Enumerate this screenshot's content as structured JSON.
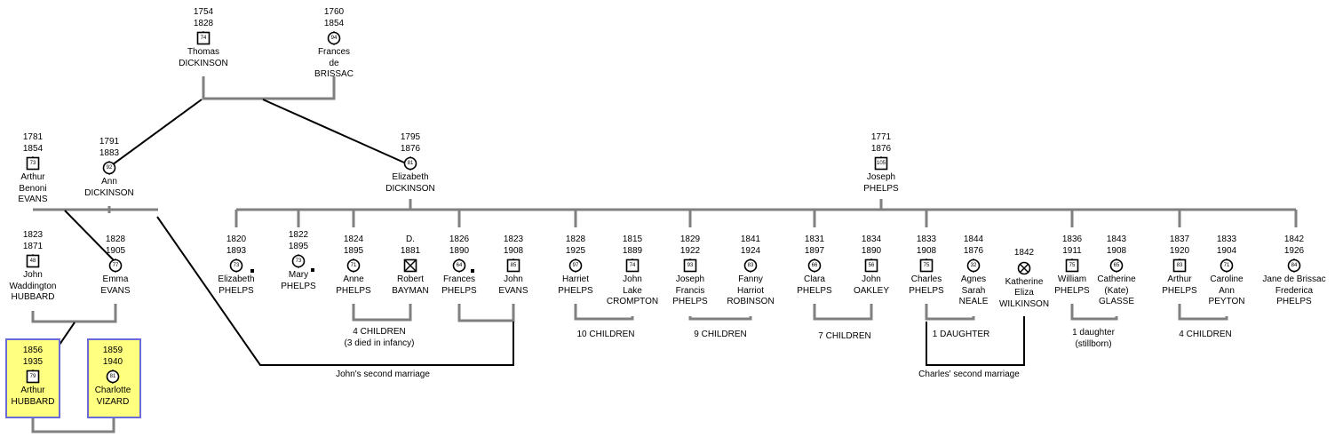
{
  "people": {
    "thomas_dickinson": {
      "birth": "1754",
      "death": "1828",
      "age": "74",
      "sex": "m",
      "name1": "Thomas",
      "name2": "DICKINSON"
    },
    "frances_de_brissac": {
      "birth": "1760",
      "death": "1854",
      "age": "94",
      "sex": "f",
      "name1": "Frances",
      "name2": "de",
      "name3": "BRISSAC"
    },
    "arthur_benoni_evans": {
      "birth": "1781",
      "death": "1854",
      "age": "73",
      "sex": "m",
      "name1": "Arthur",
      "name2": "Benoni",
      "name3": "EVANS"
    },
    "ann_dickinson": {
      "birth": "1791",
      "death": "1883",
      "age": "92",
      "sex": "f",
      "name1": "Ann",
      "name2": "DICKINSON"
    },
    "elizabeth_dickinson": {
      "birth": "1795",
      "death": "1876",
      "age": "81",
      "sex": "f",
      "name1": "Elizabeth",
      "name2": "DICKINSON"
    },
    "joseph_phelps": {
      "birth": "1771",
      "death": "1876",
      "age": "105",
      "sex": "m",
      "name1": "Joseph",
      "name2": "PHELPS"
    },
    "john_waddington_hubbard": {
      "birth": "1823",
      "death": "1871",
      "age": "48",
      "sex": "m",
      "name1": "John",
      "name2": "Waddington",
      "name3": "HUBBARD"
    },
    "emma_evans": {
      "birth": "1828",
      "death": "1905",
      "age": "77",
      "sex": "f",
      "name1": "Emma",
      "name2": "EVANS"
    },
    "arthur_hubbard": {
      "birth": "1856",
      "death": "1935",
      "age": "79",
      "sex": "m",
      "name1": "Arthur",
      "name2": "HUBBARD"
    },
    "charlotte_vizard": {
      "birth": "1859",
      "death": "1940",
      "age": "81",
      "sex": "f",
      "name1": "Charlotte",
      "name2": "VIZARD"
    },
    "elizabeth_phelps": {
      "birth": "1820",
      "death": "1893",
      "age": "73",
      "sex": "f",
      "name1": "Elizabeth",
      "name2": "PHELPS"
    },
    "mary_phelps": {
      "birth": "1822",
      "death": "1895",
      "age": "73",
      "sex": "f",
      "name1": "Mary",
      "name2": "PHELPS"
    },
    "anne_phelps": {
      "birth": "1824",
      "death": "1895",
      "age": "71",
      "sex": "f",
      "name1": "Anne",
      "name2": "PHELPS"
    },
    "robert_bayman": {
      "birth": "D.",
      "death": "1881",
      "age": "",
      "sex": "x",
      "name1": "Robert",
      "name2": "BAYMAN"
    },
    "frances_phelps": {
      "birth": "1826",
      "death": "1890",
      "age": "64",
      "sex": "f",
      "name1": "Frances",
      "name2": "PHELPS"
    },
    "john_evans": {
      "birth": "1823",
      "death": "1908",
      "age": "85",
      "sex": "m",
      "name1": "John",
      "name2": "EVANS"
    },
    "harriet_phelps": {
      "birth": "1828",
      "death": "1925",
      "age": "97",
      "sex": "f",
      "name1": "Harriet",
      "name2": "PHELPS"
    },
    "john_lake_crompton": {
      "birth": "1815",
      "death": "1889",
      "age": "74",
      "sex": "m",
      "name1": "John",
      "name2": "Lake",
      "name3": "CROMPTON"
    },
    "joseph_francis_phelps": {
      "birth": "1829",
      "death": "1922",
      "age": "93",
      "sex": "m",
      "name1": "Joseph",
      "name2": "Francis",
      "name3": "PHELPS"
    },
    "fanny_harriot_robinson": {
      "birth": "1841",
      "death": "1924",
      "age": "83",
      "sex": "f",
      "name1": "Fanny",
      "name2": "Harriot",
      "name3": "ROBINSON"
    },
    "clara_phelps": {
      "birth": "1831",
      "death": "1897",
      "age": "66",
      "sex": "f",
      "name1": "Clara",
      "name2": "PHELPS"
    },
    "john_oakley": {
      "birth": "1834",
      "death": "1890",
      "age": "56",
      "sex": "m",
      "name1": "John",
      "name2": "OAKLEY"
    },
    "charles_phelps": {
      "birth": "1833",
      "death": "1908",
      "age": "75",
      "sex": "m",
      "name1": "Charles",
      "name2": "PHELPS"
    },
    "agnes_sarah_neale": {
      "birth": "1844",
      "death": "1876",
      "age": "32",
      "sex": "f",
      "name1": "Agnes",
      "name2": "Sarah",
      "name3": "NEALE"
    },
    "katherine_eliza_wilkinson": {
      "birth": "1842",
      "death": "",
      "age": "",
      "sex": "fx",
      "name1": "Katherine",
      "name2": "Eliza",
      "name3": "WILKINSON"
    },
    "william_phelps": {
      "birth": "1836",
      "death": "1911",
      "age": "75",
      "sex": "m",
      "name1": "William",
      "name2": "PHELPS"
    },
    "catherine_kate_glasse": {
      "birth": "1843",
      "death": "1908",
      "age": "65",
      "sex": "f",
      "name1": "Catherine",
      "name2": "(Kate)",
      "name3": "GLASSE"
    },
    "arthur_phelps": {
      "birth": "1837",
      "death": "1920",
      "age": "83",
      "sex": "m",
      "name1": "Arthur",
      "name2": "PHELPS"
    },
    "caroline_ann_peyton": {
      "birth": "1833",
      "death": "1904",
      "age": "71",
      "sex": "f",
      "name1": "Caroline",
      "name2": "Ann",
      "name3": "PEYTON"
    },
    "jane_de_brissac_frederica_phelps": {
      "birth": "1842",
      "death": "1926",
      "age": "84",
      "sex": "f",
      "name1": "Jane de Brissac",
      "name2": "Frederica",
      "name3": "PHELPS"
    }
  },
  "notes": {
    "anne_children": "4 CHILDREN",
    "anne_children_sub": "(3 died in infancy)",
    "harriet_children": "10 CHILDREN",
    "joseph_children": "9 CHILDREN",
    "clara_children": "7 CHILDREN",
    "charles_daughter": "1 DAUGHTER",
    "william_daughter": "1 daughter",
    "william_daughter_sub": "(stillborn)",
    "arthur_children": "4 CHILDREN",
    "john_second": "John's second marriage",
    "charles_second": "Charles' second marriage"
  },
  "colors": {
    "line": "#808080",
    "highlight_fill": "#ffff80",
    "highlight_border": "#6b6bd8"
  }
}
